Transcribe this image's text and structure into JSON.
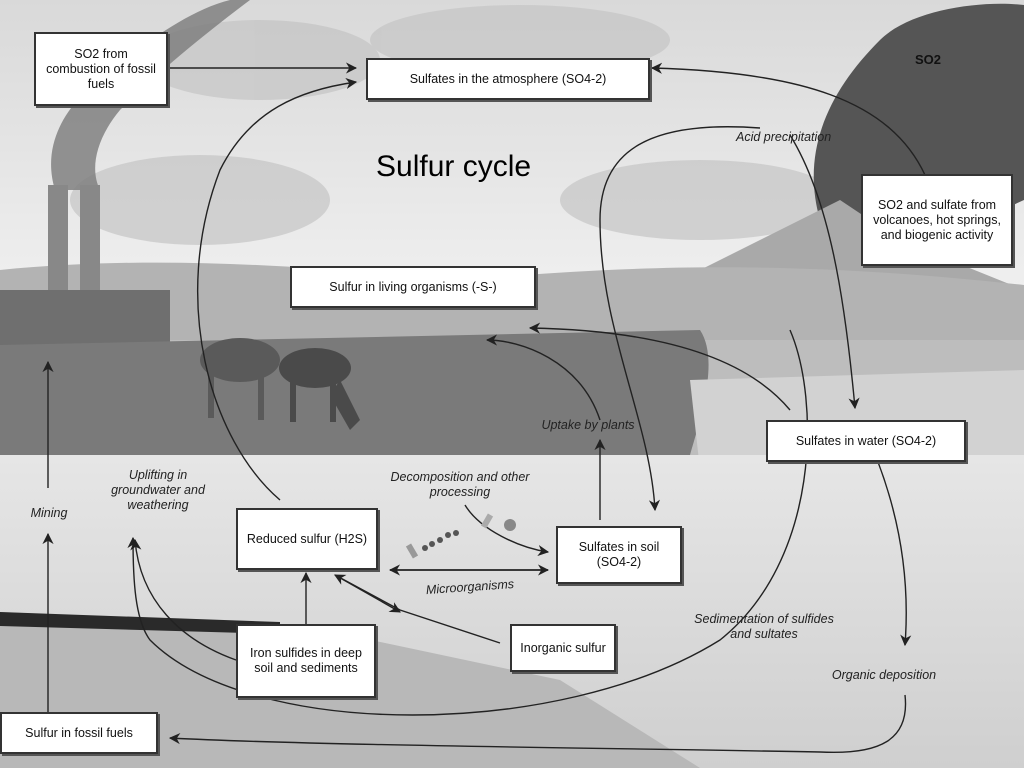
{
  "title": "Sulfur cycle",
  "smoke_label": "SO2",
  "boxes": {
    "so2_fossil": "SO2 from combustion of fossil fuels",
    "sulfates_atm": "Sulfates in the atmosphere (SO4-2)",
    "volcano": "SO2 and sulfate from volcanoes, hot springs, and biogenic activity",
    "living": "Sulfur in living organisms (-S-)",
    "water": "Sulfates in water (SO4-2)",
    "reduced": "Reduced sulfur (H2S)",
    "soil": "Sulfates in soil (SO4-2)",
    "iron": "Iron sulfides in deep soil and sediments",
    "inorganic": "Inorganic sulfur",
    "fossil": "Sulfur in fossil fuels"
  },
  "labels": {
    "acid": "Acid precipitation",
    "uptake": "Uptake by plants",
    "decomp": "Decomposition and other processing",
    "microorganisms": "Microorganisms",
    "uplifting": "Uplifting in groundwater and weathering",
    "mining": "Mining",
    "sedimentation": "Sedimentation of sulfides and sultates",
    "organic": "Organic deposition"
  }
}
